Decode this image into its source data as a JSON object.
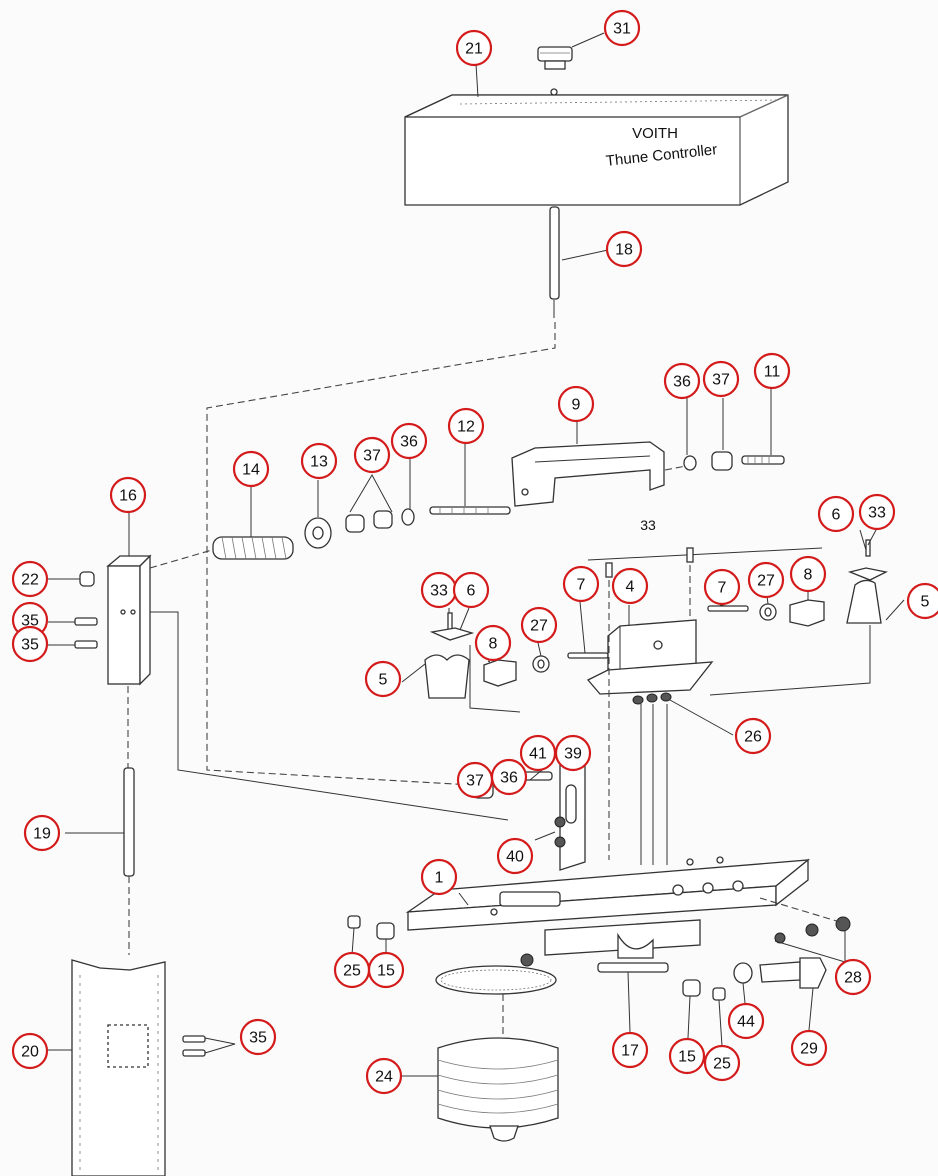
{
  "controller": {
    "name_line1": "VOITH",
    "name_line2": "Thune Controller"
  },
  "plain_label": "33",
  "callouts": [
    {
      "id": "c-31",
      "label": "31"
    },
    {
      "id": "c-21",
      "label": "21"
    },
    {
      "id": "c-18",
      "label": "18"
    },
    {
      "id": "c-36a",
      "label": "36"
    },
    {
      "id": "c-37a",
      "label": "37"
    },
    {
      "id": "c-11",
      "label": "11"
    },
    {
      "id": "c-9",
      "label": "9"
    },
    {
      "id": "c-12",
      "label": "12"
    },
    {
      "id": "c-16",
      "label": "16"
    },
    {
      "id": "c-14",
      "label": "14"
    },
    {
      "id": "c-13",
      "label": "13"
    },
    {
      "id": "c-37b",
      "label": "37"
    },
    {
      "id": "c-36b",
      "label": "36"
    },
    {
      "id": "c-22",
      "label": "22"
    },
    {
      "id": "c-6a",
      "label": "6"
    },
    {
      "id": "c-33a",
      "label": "33"
    },
    {
      "id": "c-5a",
      "label": "5"
    },
    {
      "id": "c-35a",
      "label": "35"
    },
    {
      "id": "c-33b",
      "label": "33"
    },
    {
      "id": "c-6b",
      "label": "6"
    },
    {
      "id": "c-4",
      "label": "4"
    },
    {
      "id": "c-7a",
      "label": "7"
    },
    {
      "id": "c-27a",
      "label": "27"
    },
    {
      "id": "c-8a",
      "label": "8"
    },
    {
      "id": "c-35b",
      "label": "35"
    },
    {
      "id": "c-5b",
      "label": "5"
    },
    {
      "id": "c-8b",
      "label": "8"
    },
    {
      "id": "c-27b",
      "label": "27"
    },
    {
      "id": "c-7b",
      "label": "7"
    },
    {
      "id": "c-26",
      "label": "26"
    },
    {
      "id": "c-41",
      "label": "41"
    },
    {
      "id": "c-39",
      "label": "39"
    },
    {
      "id": "c-37c",
      "label": "37"
    },
    {
      "id": "c-36c",
      "label": "36"
    },
    {
      "id": "c-19",
      "label": "19"
    },
    {
      "id": "c-40",
      "label": "40"
    },
    {
      "id": "c-1",
      "label": "1"
    },
    {
      "id": "c-25a",
      "label": "25"
    },
    {
      "id": "c-15a",
      "label": "15"
    },
    {
      "id": "c-28",
      "label": "28"
    },
    {
      "id": "c-44",
      "label": "44"
    },
    {
      "id": "c-29",
      "label": "29"
    },
    {
      "id": "c-17",
      "label": "17"
    },
    {
      "id": "c-15b",
      "label": "15"
    },
    {
      "id": "c-25b",
      "label": "25"
    },
    {
      "id": "c-20",
      "label": "20"
    },
    {
      "id": "c-35c",
      "label": "35"
    },
    {
      "id": "c-24",
      "label": "24"
    }
  ]
}
